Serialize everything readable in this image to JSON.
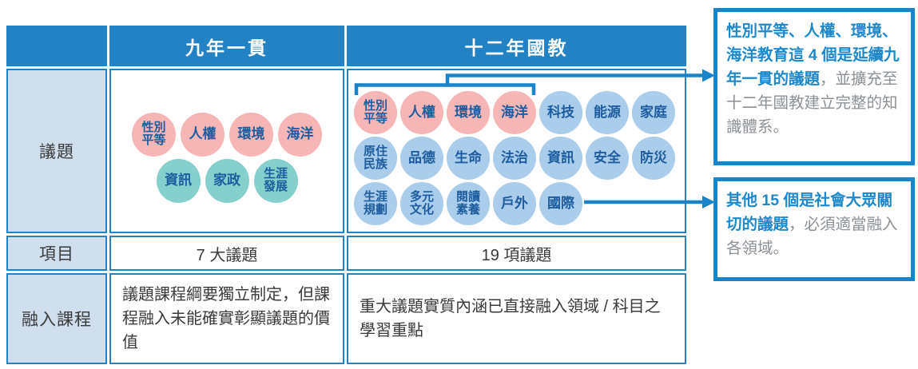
{
  "colors": {
    "table_blue": "#2382c4",
    "accent_blue": "#1a84cb",
    "label_cell_bg": "#cfdfee",
    "pink_bubble": "#f6b6b6",
    "blue_bubble": "#a9cdea",
    "teal_bubble": "#85d0cd",
    "bubble_text": "#1d5c9e",
    "callout_highlight_text": "#1e88cc",
    "callout_gray_text": "#8c9196"
  },
  "table": {
    "headers": {
      "nine": "九年一貫",
      "twelve": "十二年國教"
    },
    "row_labels": {
      "topics": "議題",
      "count": "項目",
      "integration": "融入課程"
    },
    "count": {
      "nine": "7 大議題",
      "twelve": "19 項議題"
    },
    "integration": {
      "nine": "議題課程綱要獨立制定，但課程融入未能確實彰顯議題的價值",
      "twelve": "重大議題實質內涵已直接融入領域 / 科目之學習重點"
    }
  },
  "bubbles": {
    "nine": [
      [
        {
          "lines": [
            "性別",
            "平等"
          ],
          "color": "pink"
        },
        {
          "lines": [
            "人權"
          ],
          "color": "pink"
        },
        {
          "lines": [
            "環境"
          ],
          "color": "pink"
        },
        {
          "lines": [
            "海洋"
          ],
          "color": "pink"
        }
      ],
      [
        {
          "lines": [
            "資訊"
          ],
          "color": "teal"
        },
        {
          "lines": [
            "家政"
          ],
          "color": "teal"
        },
        {
          "lines": [
            "生涯",
            "發展"
          ],
          "color": "teal"
        }
      ]
    ],
    "twelve": [
      [
        {
          "lines": [
            "性別",
            "平等"
          ],
          "color": "pink"
        },
        {
          "lines": [
            "人權"
          ],
          "color": "pink"
        },
        {
          "lines": [
            "環境"
          ],
          "color": "pink"
        },
        {
          "lines": [
            "海洋"
          ],
          "color": "pink"
        },
        {
          "lines": [
            "科技"
          ],
          "color": "blue"
        },
        {
          "lines": [
            "能源"
          ],
          "color": "blue"
        },
        {
          "lines": [
            "家庭"
          ],
          "color": "blue"
        }
      ],
      [
        {
          "lines": [
            "原住",
            "民族"
          ],
          "color": "blue"
        },
        {
          "lines": [
            "品德"
          ],
          "color": "blue"
        },
        {
          "lines": [
            "生命"
          ],
          "color": "blue"
        },
        {
          "lines": [
            "法治"
          ],
          "color": "blue"
        },
        {
          "lines": [
            "資訊"
          ],
          "color": "blue"
        },
        {
          "lines": [
            "安全"
          ],
          "color": "blue"
        },
        {
          "lines": [
            "防災"
          ],
          "color": "blue"
        }
      ],
      [
        {
          "lines": [
            "生涯",
            "規劃"
          ],
          "color": "blue"
        },
        {
          "lines": [
            "多元",
            "文化"
          ],
          "color": "blue"
        },
        {
          "lines": [
            "閱讀",
            "素養"
          ],
          "color": "blue"
        },
        {
          "lines": [
            "戶外"
          ],
          "color": "blue"
        },
        {
          "lines": [
            "國際"
          ],
          "color": "blue"
        }
      ]
    ]
  },
  "callouts": [
    {
      "highlight": "性別平等、人權、環境、海洋教育這 4 個是延續九年一貫的議題",
      "rest": "，並擴充至十二年國教建立完整的知識體系。"
    },
    {
      "highlight": "其他 15 個是社會大眾關切的議題",
      "rest": "，必須適當融入各領域。"
    }
  ]
}
